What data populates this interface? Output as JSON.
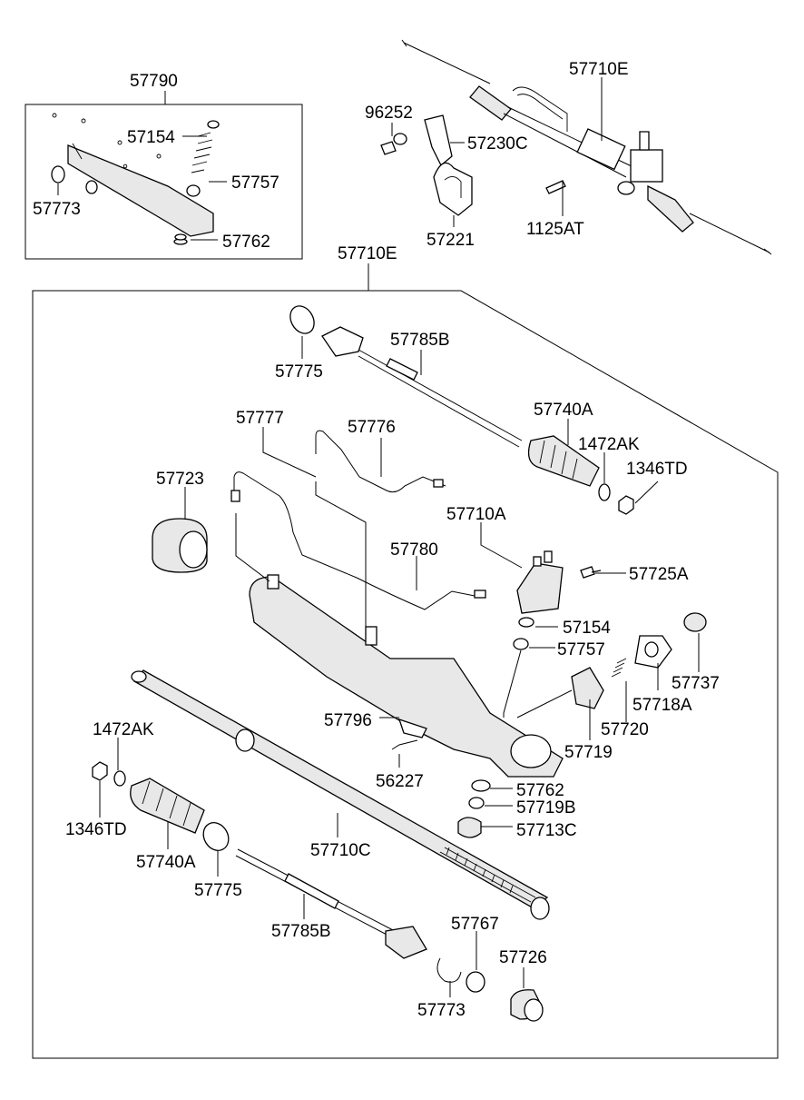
{
  "labels": {
    "l57790": "57790",
    "l57154_inset": "57154",
    "l57757_inset": "57757",
    "l57773_inset": "57773",
    "l57762_inset": "57762",
    "l96252": "96252",
    "l57230C": "57230C",
    "l57221": "57221",
    "l57710E_top": "57710E",
    "l1125AT": "1125AT",
    "l57710E_main": "57710E",
    "l57775_top": "57775",
    "l57785B_top": "57785B",
    "l57740A_top": "57740A",
    "l1472AK_top": "1472AK",
    "l1346TD_top": "1346TD",
    "l57777": "57777",
    "l57776": "57776",
    "l57723": "57723",
    "l57710A": "57710A",
    "l57780": "57780",
    "l57725A": "57725A",
    "l57154_main": "57154",
    "l57757_main": "57757",
    "l57737": "57737",
    "l57718A": "57718A",
    "l57720": "57720",
    "l57719": "57719",
    "l57796": "57796",
    "l56227": "56227",
    "l1472AK_bot": "1472AK",
    "l57762_main": "57762",
    "l57719B": "57719B",
    "l57713C": "57713C",
    "l1346TD_bot": "1346TD",
    "l57740A_bot": "57740A",
    "l57710C": "57710C",
    "l57775_bot": "57775",
    "l57785B_bot": "57785B",
    "l57767": "57767",
    "l57726": "57726",
    "l57773_main": "57773"
  }
}
